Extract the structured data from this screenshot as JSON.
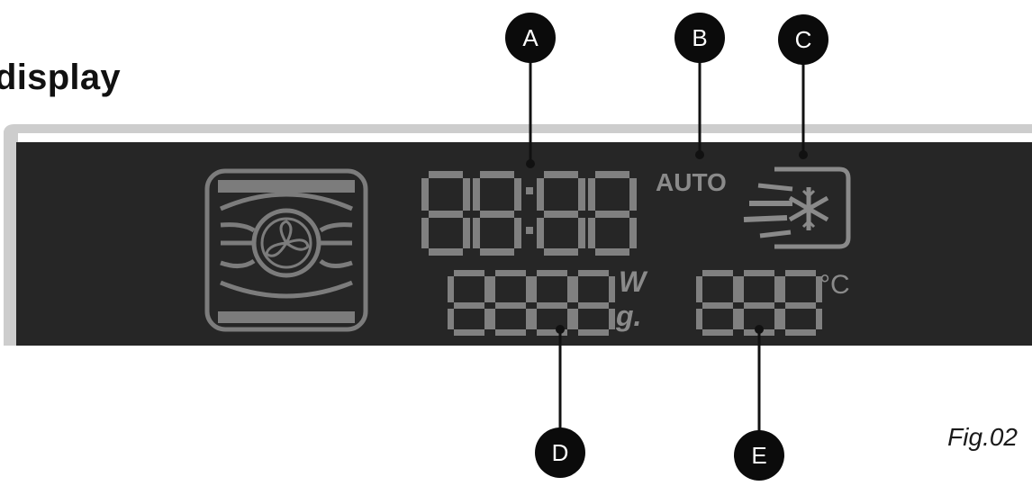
{
  "title": "display",
  "figure_label": "Fig.02",
  "callouts": [
    "A",
    "B",
    "C",
    "D",
    "E"
  ],
  "indicators": {
    "auto": "AUTO",
    "watt_unit": "W",
    "gram_unit": "g.",
    "celsius": "°C"
  },
  "icons": [
    "oven-fan-icon",
    "defrost-snowflake-icon"
  ],
  "colors": {
    "panel": "#262626",
    "segment": "#808080",
    "bezel": "#c8c8c8",
    "callout": "#0b0b0b"
  }
}
